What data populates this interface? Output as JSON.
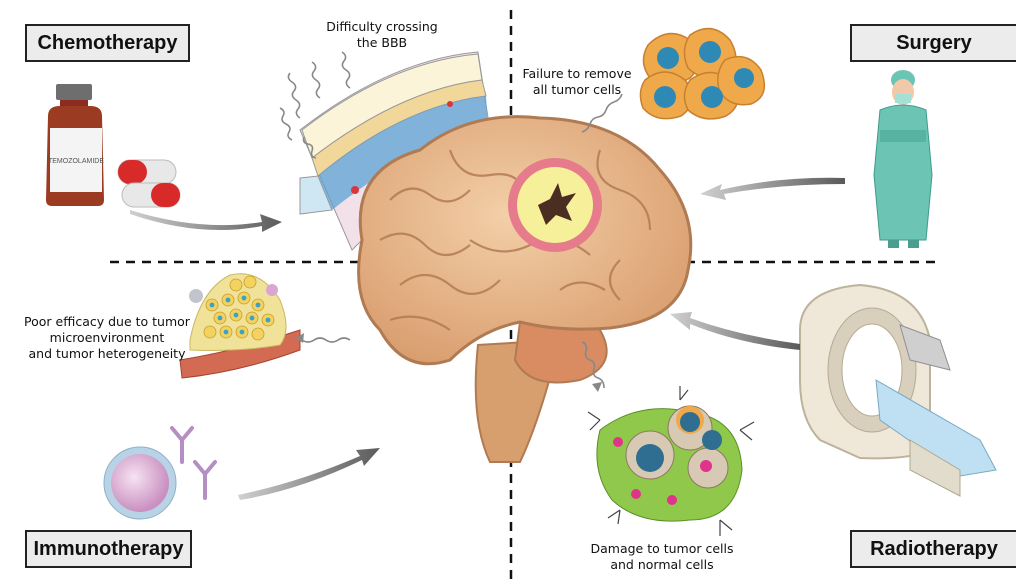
{
  "therapies": {
    "chemotherapy": "Chemotherapy",
    "surgery": "Surgery",
    "immunotherapy": "Immunotherapy",
    "radiotherapy": "Radiotherapy"
  },
  "bottle_label": "TEMOZOLAMIDE",
  "notes": {
    "bbb": [
      "Difficulty crossing",
      "the BBB"
    ],
    "surgery": [
      "Failure to remove",
      "all tumor cells"
    ],
    "immuno": [
      "Poor efficacy due to tumor",
      "microenvironment",
      "and tumor heterogeneity"
    ],
    "radio": [
      "Damage to tumor cells",
      "and normal cells"
    ]
  },
  "colors": {
    "brain": "#e9b98e",
    "brain_outline": "#b07a52",
    "tumor_core": "#f7f09a",
    "tumor_ring": "#e67b8c",
    "arrow": "#6d6d6d",
    "box_fill": "#ececec",
    "gown": "#6cc4b4",
    "tumor_cell": "#f0a94a",
    "tumor_nucleus": "#2f89b5"
  }
}
